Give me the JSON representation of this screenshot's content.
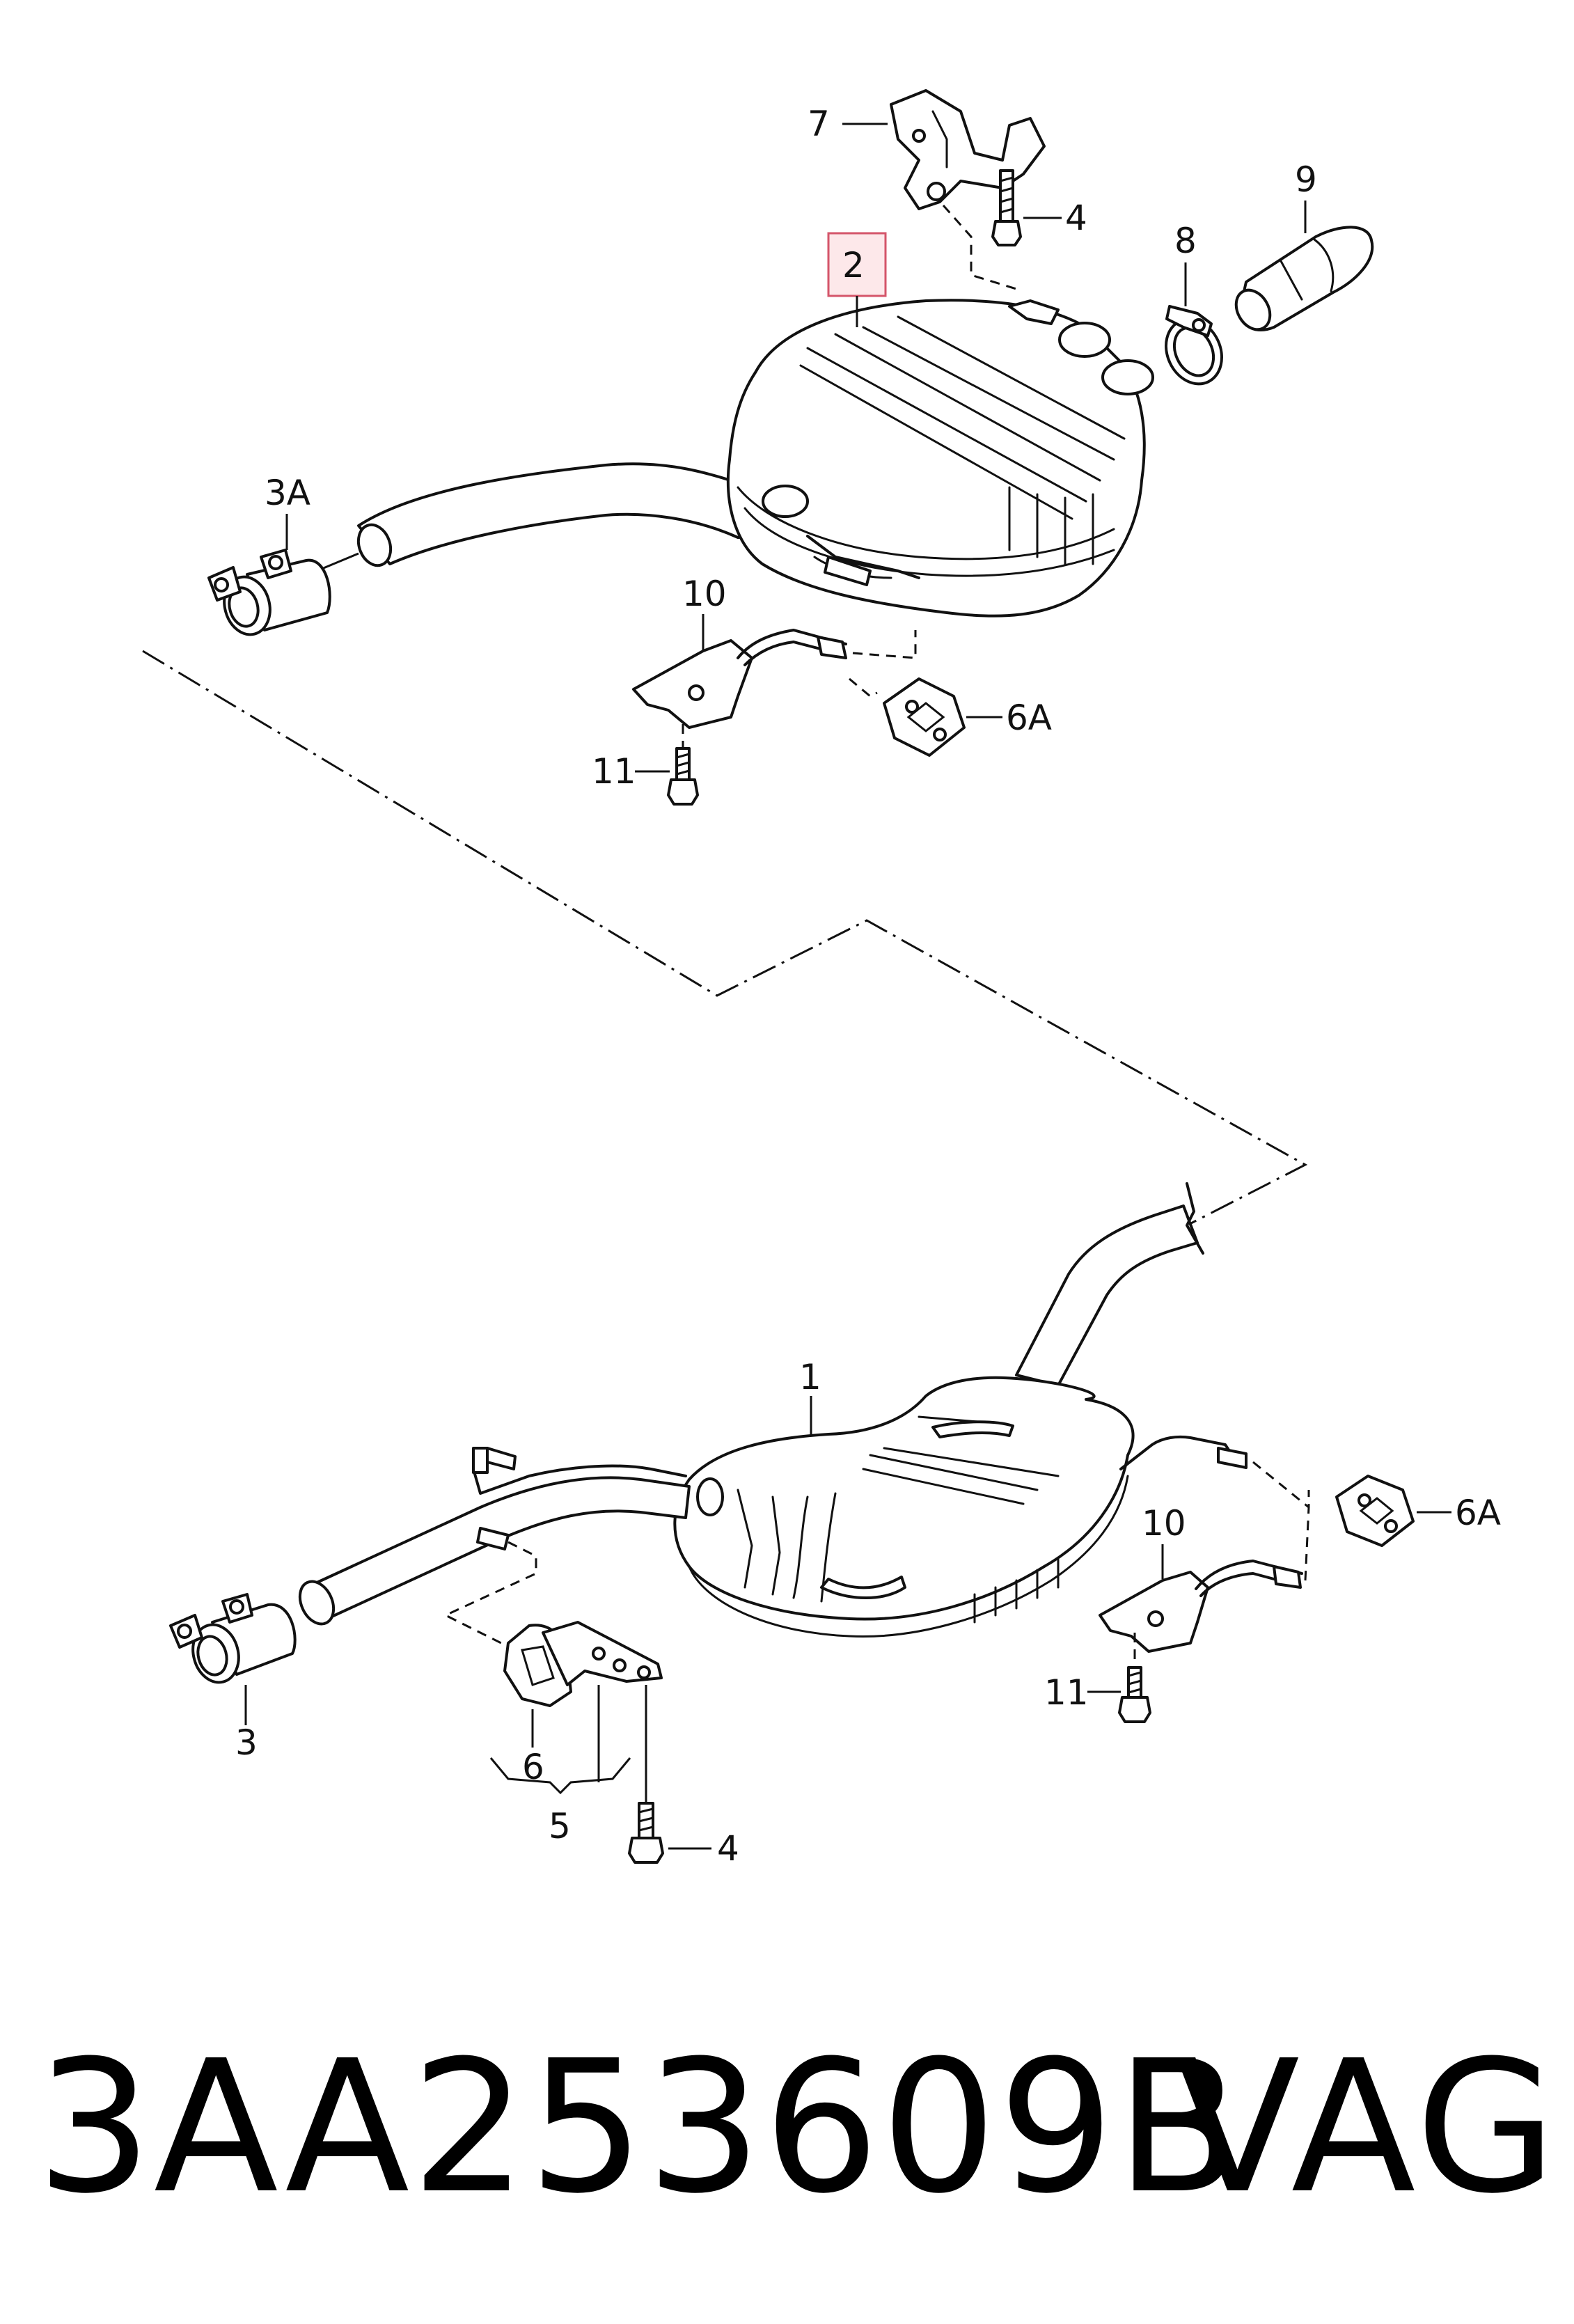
{
  "callouts": {
    "c7": "7",
    "c4_top": "4",
    "c9": "9",
    "c8": "8",
    "c2": "2",
    "c3A": "3A",
    "c10_top": "10",
    "c6A_top": "6A",
    "c11_top": "11",
    "c1": "1",
    "c10_bottom": "10",
    "c6A_bottom": "6A",
    "c11_bottom": "11",
    "c3": "3",
    "c6": "6",
    "c5": "5",
    "c4_bottom": "4"
  },
  "colors": {
    "highlight_fill": "#fde8ea",
    "highlight_stroke": "#d4556a",
    "line": "#111111"
  },
  "footer": {
    "part_number": "3AA253609B",
    "brand": "VAG"
  }
}
